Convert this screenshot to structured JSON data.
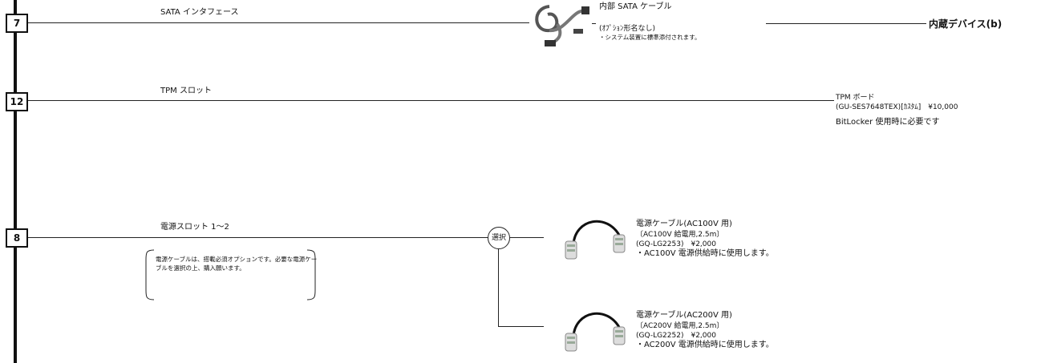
{
  "rows": {
    "r7": {
      "badge": "7",
      "slot_label": "SATA インタフェース",
      "product_title": "内部 SATA ケーブル",
      "product_line1": "(ｵﾌﾟｼｮﾝ形名なし)",
      "product_note": "・システム装置に標準添付されます。",
      "target": "内蔵デバイス(b)"
    },
    "r12": {
      "badge": "12",
      "slot_label": "TPM スロット",
      "product_title": "TPM ボード",
      "product_line1": "(GU-SES7648TEX)[ｶｽﾀﾑ]　¥10,000",
      "product_note": "BitLocker 使用時に必要です"
    },
    "r8": {
      "badge": "8",
      "slot_label": "電源スロット 1～2",
      "note_text": "電源ケーブルは、搭載必須オプションです。必要な電源ケーブルを選択の上、購入願います。",
      "select_label": "選択",
      "options": [
        {
          "title": "電源ケーブル(AC100V 用)",
          "line1": "〔AC100V 給電用,2.5m〕",
          "line2": "(GQ-LG2253)　¥2,000",
          "line3": "・AC100V 電源供給時に使用します。"
        },
        {
          "title": "電源ケーブル(AC200V 用)",
          "line1": "〔AC200V 給電用,2.5m〕",
          "line2": "(GQ-LG2252)　¥2,000",
          "line3": "・AC200V 電源供給時に使用します。"
        }
      ]
    }
  },
  "icons": {
    "sata_cable": "sata-cable-icon",
    "power_cable": "power-cable-icon"
  }
}
